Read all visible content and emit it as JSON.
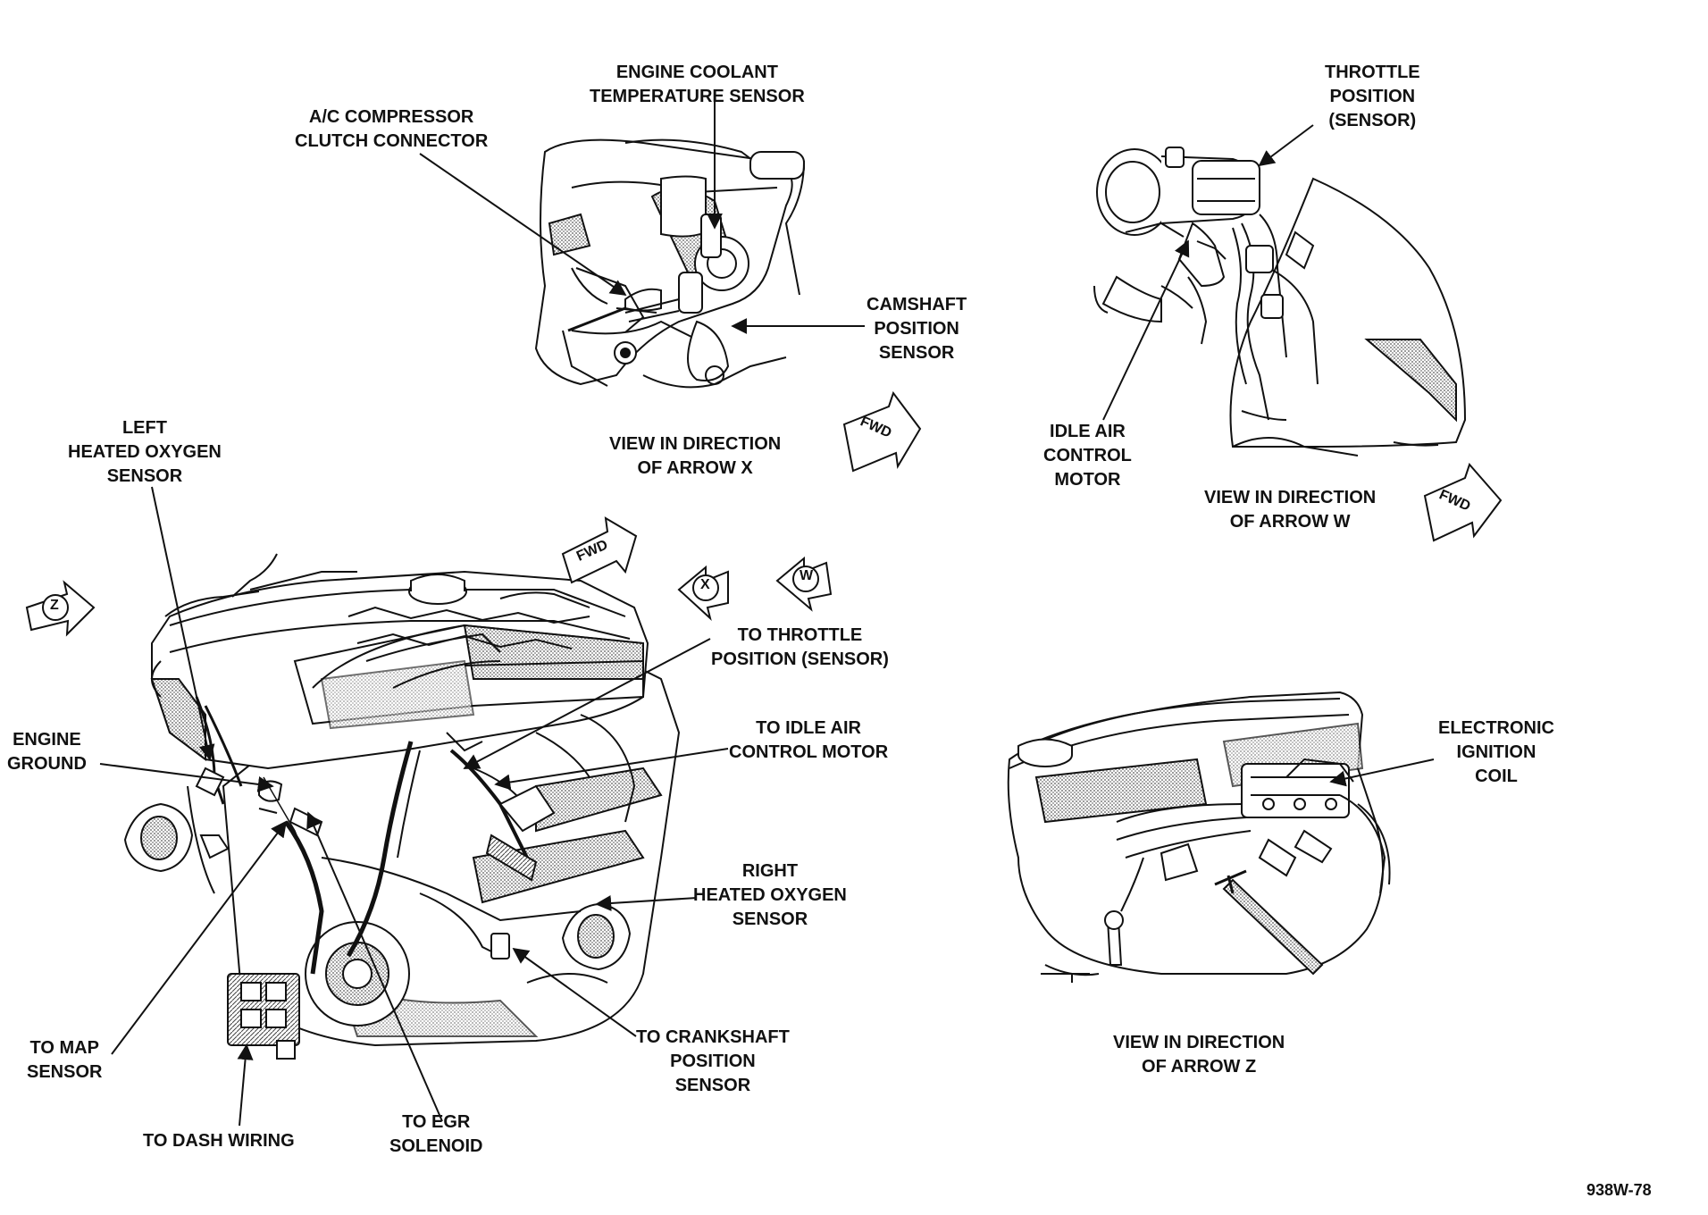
{
  "figure_id": "938W-78",
  "labels": {
    "engine_coolant_temp_sensor": [
      "ENGINE COOLANT",
      "TEMPERATURE SENSOR"
    ],
    "ac_compressor_clutch_connector": [
      "A/C COMPRESSOR",
      "CLUTCH CONNECTOR"
    ],
    "camshaft_position_sensor": [
      "CAMSHAFT",
      "POSITION",
      "SENSOR"
    ],
    "view_arrow_x": [
      "VIEW IN DIRECTION",
      "OF ARROW X"
    ],
    "throttle_position_sensor": [
      "THROTTLE",
      "POSITION",
      "(SENSOR)"
    ],
    "idle_air_control_motor": [
      "IDLE AIR",
      "CONTROL",
      "MOTOR"
    ],
    "view_arrow_w": [
      "VIEW IN DIRECTION",
      "OF ARROW W"
    ],
    "left_heated_oxygen_sensor": [
      "LEFT",
      "HEATED OXYGEN",
      "SENSOR"
    ],
    "engine_ground": [
      "ENGINE",
      "GROUND"
    ],
    "to_throttle_position_sensor": [
      "TO THROTTLE",
      "POSITION (SENSOR)"
    ],
    "to_idle_air_control_motor": [
      "TO IDLE AIR",
      "CONTROL MOTOR"
    ],
    "right_heated_oxygen_sensor": [
      "RIGHT",
      "HEATED OXYGEN",
      "SENSOR"
    ],
    "to_map_sensor": [
      "TO MAP",
      "SENSOR"
    ],
    "to_dash_wiring": [
      "TO DASH WIRING"
    ],
    "to_egr_solenoid": [
      "TO EGR",
      "SOLENOID"
    ],
    "to_crankshaft_position_sensor": [
      "TO CRANKSHAFT",
      "POSITION",
      "SENSOR"
    ],
    "electronic_ignition_coil": [
      "ELECTRONIC",
      "IGNITION",
      "COIL"
    ],
    "view_arrow_z": [
      "VIEW IN DIRECTION",
      "OF ARROW Z"
    ]
  },
  "arrows": {
    "fwd": "FWD",
    "x": "X",
    "w": "W",
    "z": "Z"
  },
  "colors": {
    "ink": "#111111",
    "shade": "#8a8a8a",
    "paper": "#ffffff"
  }
}
